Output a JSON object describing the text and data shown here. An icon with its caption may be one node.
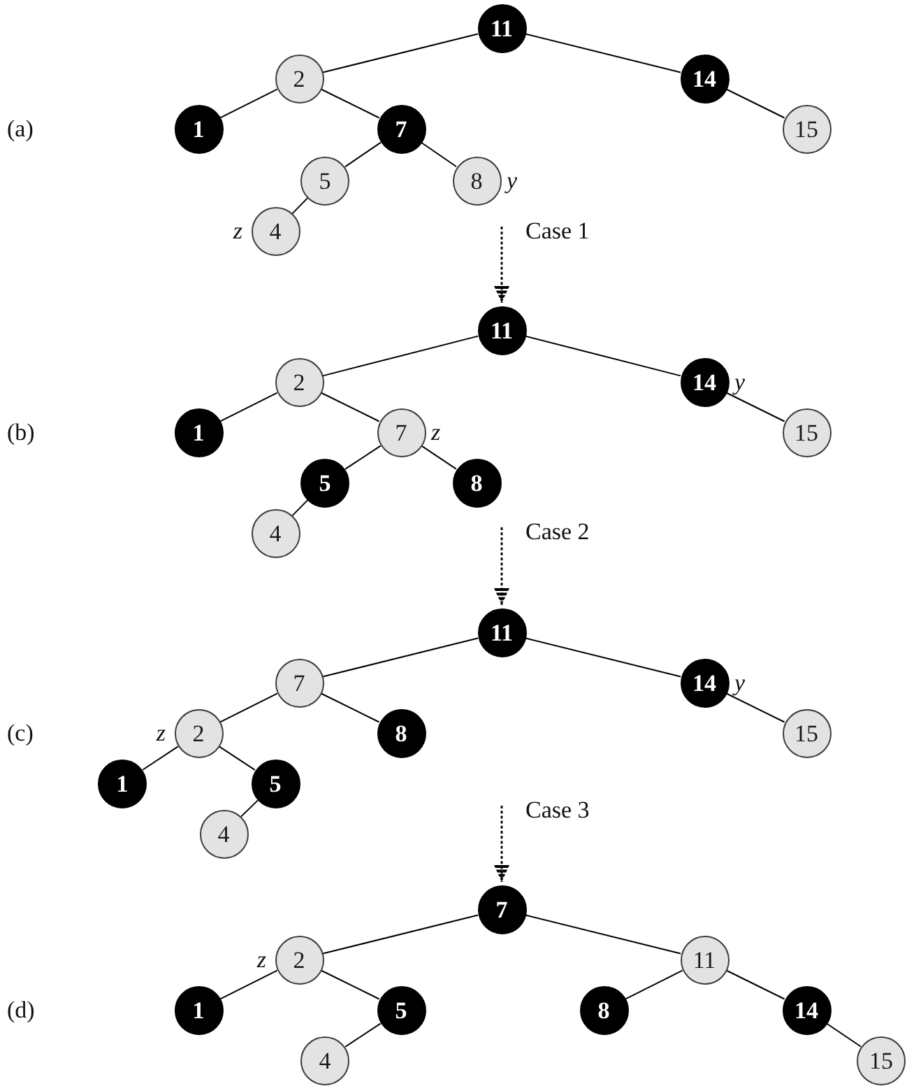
{
  "diagram": {
    "nodes": [
      {
        "text": [
          "11"
        ]
      },
      {
        "text": [
          "2"
        ]
      },
      {
        "text": [
          "14"
        ]
      },
      {
        "text": [
          "1"
        ]
      },
      {
        "text": [
          "7"
        ]
      },
      {
        "text": [
          "15"
        ]
      },
      {
        "text": [
          "5"
        ]
      },
      {
        "text": [
          "8"
        ],
        "beside": [
          "y"
        ]
      },
      {
        "text": [
          "4"
        ],
        "beside": [
          "z"
        ]
      },
      {
        "text": [
          "11"
        ]
      },
      {
        "text": [
          "2"
        ]
      },
      {
        "text": [
          "14"
        ],
        "beside": [
          "y"
        ]
      },
      {
        "text": [
          "1"
        ]
      },
      {
        "text": [
          "7"
        ],
        "beside": [
          "z"
        ]
      },
      {
        "text": [
          "15"
        ]
      },
      {
        "text": [
          "5"
        ]
      },
      {
        "text": [
          "8"
        ]
      },
      {
        "text": [
          "4"
        ]
      },
      {
        "text": [
          "11"
        ]
      },
      {
        "text": [
          "7"
        ]
      },
      {
        "text": [
          "14"
        ],
        "beside": [
          "y"
        ]
      },
      {
        "text": [
          "2"
        ],
        "beside": [
          "z"
        ]
      },
      {
        "text": [
          "8"
        ]
      },
      {
        "text": [
          "15"
        ]
      },
      {
        "text": [
          "1"
        ]
      },
      {
        "text": [
          "5"
        ]
      },
      {
        "text": [
          "4"
        ]
      },
      {
        "text": [
          "7"
        ]
      },
      {
        "text": [
          "2"
        ],
        "beside": [
          "z"
        ]
      },
      {
        "text": [
          "11"
        ]
      },
      {
        "text": [
          "1"
        ]
      },
      {
        "text": [
          "5"
        ]
      },
      {
        "text": [
          "8"
        ]
      },
      {
        "text": [
          "14"
        ]
      },
      {
        "text": [
          "4"
        ]
      },
      {
        "text": [
          "15"
        ]
      }
    ],
    "edges": [
      {
        "from": 0,
        "to": 1,
        "arrow": "none"
      },
      {
        "from": 0,
        "to": 2,
        "arrow": "none"
      },
      {
        "from": 1,
        "to": 3,
        "arrow": "none"
      },
      {
        "from": 1,
        "to": 4,
        "arrow": "none"
      },
      {
        "from": 2,
        "to": 5,
        "arrow": "none"
      },
      {
        "from": 4,
        "to": 6,
        "arrow": "none"
      },
      {
        "from": 4,
        "to": 7,
        "arrow": "none"
      },
      {
        "from": 6,
        "to": 8,
        "arrow": "none"
      },
      {
        "from": null,
        "to": 9,
        "arrow": "to",
        "label": "Case 1",
        "style": "dashed"
      },
      {
        "from": 9,
        "to": 10,
        "arrow": "none"
      },
      {
        "from": 9,
        "to": 11,
        "arrow": "none"
      },
      {
        "from": 10,
        "to": 12,
        "arrow": "none"
      },
      {
        "from": 10,
        "to": 13,
        "arrow": "none"
      },
      {
        "from": 11,
        "to": 14,
        "arrow": "none"
      },
      {
        "from": 13,
        "to": 15,
        "arrow": "none"
      },
      {
        "from": 13,
        "to": 16,
        "arrow": "none"
      },
      {
        "from": 15,
        "to": 17,
        "arrow": "none"
      },
      {
        "from": null,
        "to": 18,
        "arrow": "to",
        "label": "Case 2",
        "style": "dashed"
      },
      {
        "from": 18,
        "to": 19,
        "arrow": "none"
      },
      {
        "from": 18,
        "to": 20,
        "arrow": "none"
      },
      {
        "from": 19,
        "to": 21,
        "arrow": "none"
      },
      {
        "from": 19,
        "to": 22,
        "arrow": "none"
      },
      {
        "from": 20,
        "to": 23,
        "arrow": "none"
      },
      {
        "from": 21,
        "to": 24,
        "arrow": "none"
      },
      {
        "from": 21,
        "to": 25,
        "arrow": "none"
      },
      {
        "from": 25,
        "to": 26,
        "arrow": "none"
      },
      {
        "from": null,
        "to": 27,
        "arrow": "to",
        "label": "Case 3",
        "style": "dashed"
      },
      {
        "from": 27,
        "to": 28,
        "arrow": "none"
      },
      {
        "from": 27,
        "to": 29,
        "arrow": "none"
      },
      {
        "from": 28,
        "to": 30,
        "arrow": "none"
      },
      {
        "from": 28,
        "to": 31,
        "arrow": "none"
      },
      {
        "from": 29,
        "to": 32,
        "arrow": "none"
      },
      {
        "from": 29,
        "to": 33,
        "arrow": "none"
      },
      {
        "from": 31,
        "to": 34,
        "arrow": "none"
      },
      {
        "from": 33,
        "to": 35,
        "arrow": "none"
      }
    ],
    "labels": [
      "(a)",
      "(b)",
      "(c)",
      "(d)"
    ]
  }
}
